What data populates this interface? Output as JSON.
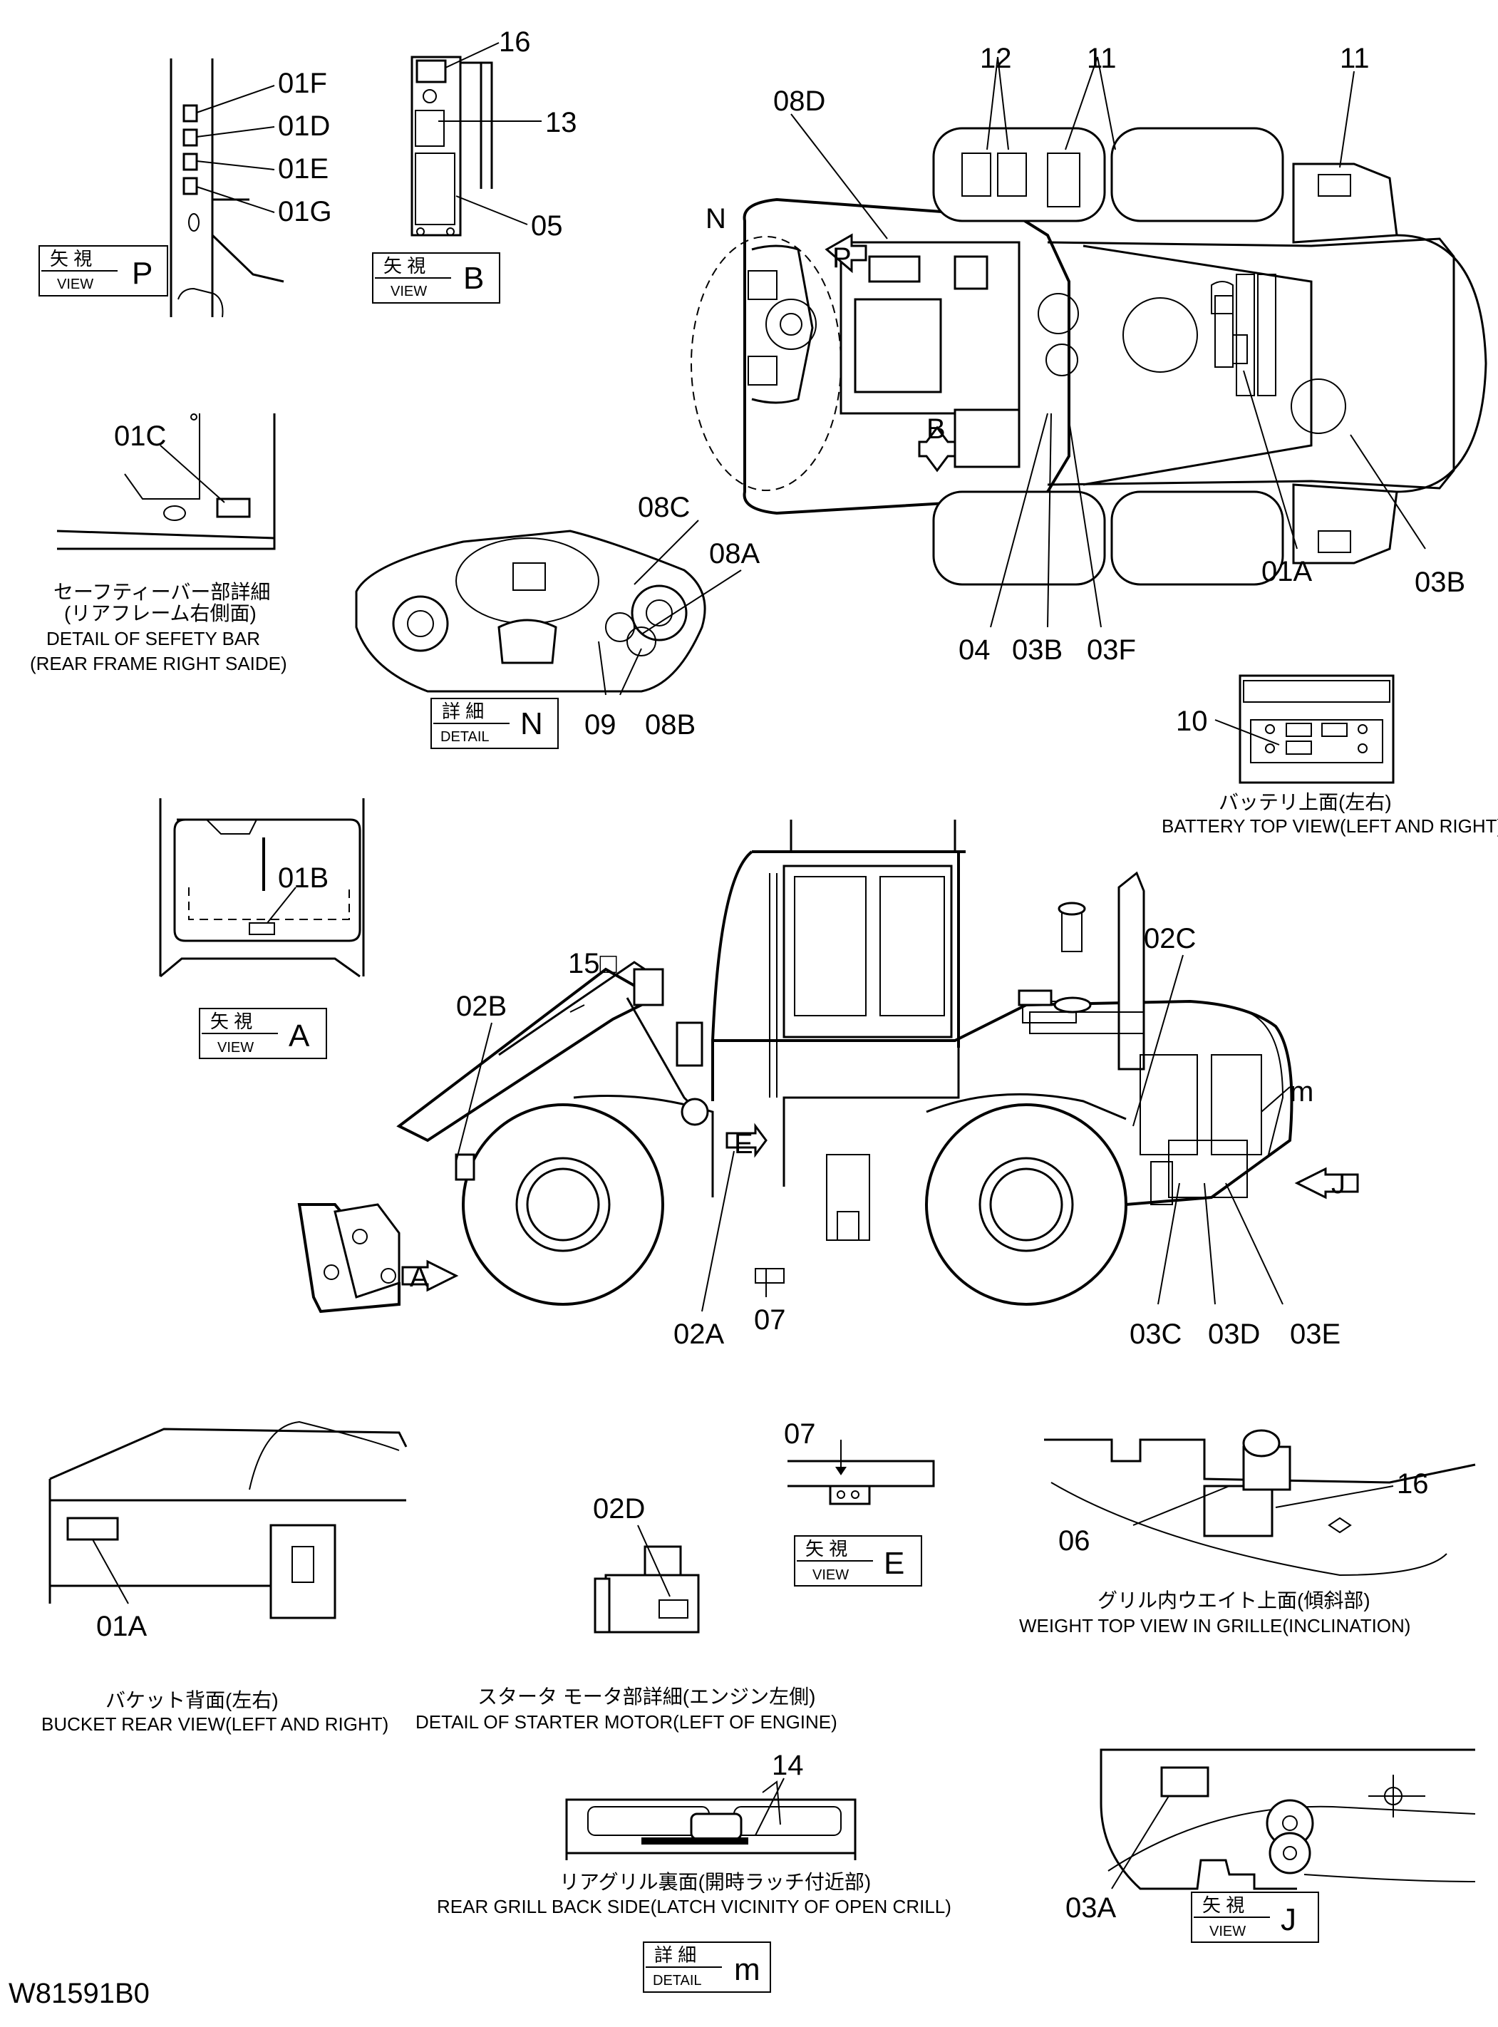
{
  "drawing_code": "W81591B0",
  "view_boxes": {
    "P": {
      "jp": "矢 視",
      "en": "VIEW",
      "letter": "P"
    },
    "B": {
      "jp": "矢 視",
      "en": "VIEW",
      "letter": "B"
    },
    "N": {
      "jp": "詳 細",
      "en": "DETAIL",
      "letter": "N"
    },
    "A": {
      "jp": "矢 視",
      "en": "VIEW",
      "letter": "A"
    },
    "E": {
      "jp": "矢 視",
      "en": "VIEW",
      "letter": "E"
    },
    "J": {
      "jp": "矢 視",
      "en": "VIEW",
      "letter": "J"
    },
    "m": {
      "jp": "詳 細",
      "en": "DETAIL",
      "letter": "m"
    }
  },
  "captions": {
    "safety_bar": {
      "jp": "セーフティーバー部詳細",
      "jp2": "(リアフレーム右側面)",
      "en": "DETAIL OF SEFETY BAR",
      "en2": "(REAR FRAME RIGHT SAIDE)"
    },
    "battery": {
      "jp": "バッテリ上面(左右)",
      "en": "BATTERY TOP VIEW(LEFT AND RIGHT)"
    },
    "bucket": {
      "jp": "バケット背面(左右)",
      "en": "BUCKET REAR VIEW(LEFT AND RIGHT)"
    },
    "starter": {
      "jp": "スタータ モータ部詳細(エンジン左側)",
      "en": "DETAIL OF STARTER MOTOR(LEFT OF ENGINE)"
    },
    "weight": {
      "jp": "グリル内ウエイト上面(傾斜部)",
      "en": "WEIGHT TOP VIEW IN GRILLE(INCLINATION)"
    },
    "rear_grill": {
      "jp": "リアグリル裏面(開時ラッチ付近部)",
      "en": "REAR GRILL BACK SIDE(LATCH VICINITY OF OPEN CRILL)"
    }
  },
  "labels": {
    "v_p": [
      "01F",
      "01D",
      "01E",
      "01G"
    ],
    "v_b": [
      "16",
      "13",
      "05"
    ],
    "top": [
      "12",
      "11",
      "11",
      "08D",
      "N",
      "P",
      "B",
      "04",
      "03B",
      "03F",
      "01A",
      "03B"
    ],
    "c01": "01C",
    "d_n": [
      "08C",
      "08A",
      "09",
      "08B"
    ],
    "bat": "10",
    "v_a": "01B",
    "side": [
      "15□",
      "02B",
      "02C",
      "m",
      "E",
      "J",
      "A",
      "02A",
      "07",
      "03C",
      "03D",
      "03E"
    ],
    "bucket": "01A",
    "starter": "02D",
    "v_e": "07",
    "weight": [
      "16",
      "06"
    ],
    "rear_grill": "14",
    "v_j": "03A"
  }
}
